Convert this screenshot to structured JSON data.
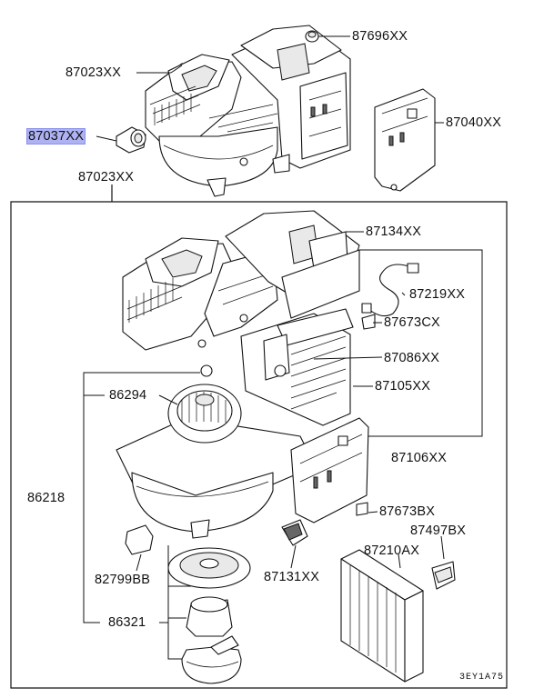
{
  "callouts": {
    "c87696": "87696XX",
    "c87023_top": "87023XX",
    "c87037": "87037XX",
    "c87040": "87040XX",
    "c87023_frame": "87023XX",
    "c87134": "87134XX",
    "c87219": "87219XX",
    "c87673cx": "87673CX",
    "c87086": "87086XX",
    "c86294": "86294",
    "c87105": "87105XX",
    "c87106": "87106XX",
    "c86218": "86218",
    "c87673bx": "87673BX",
    "c87497bx": "87497BX",
    "c82799": "82799BB",
    "c87131": "87131XX",
    "c87210": "87210AX",
    "c86321": "86321"
  },
  "diagram_code": "3EY1A75",
  "colors": {
    "highlight": "#aeb2f3",
    "line": "#111111"
  }
}
